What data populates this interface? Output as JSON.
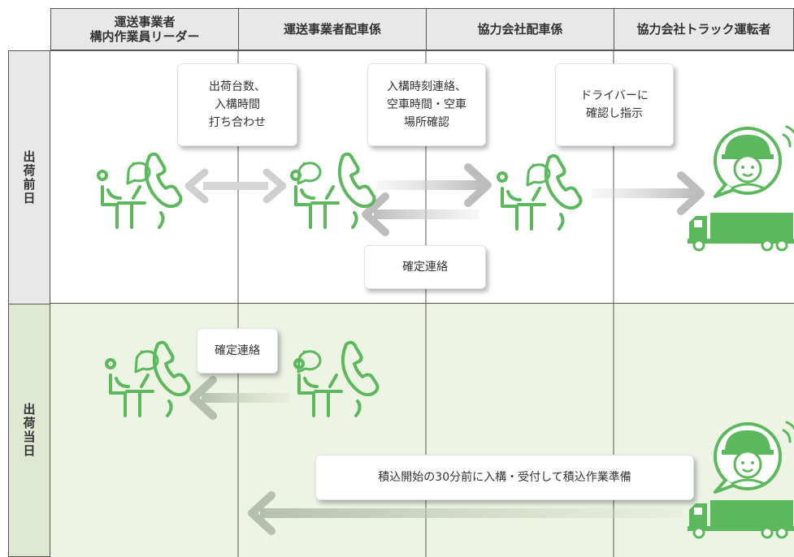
{
  "columns": [
    {
      "label": "運送事業者\n構内作業員リーダー"
    },
    {
      "label": "運送事業者配車係"
    },
    {
      "label": "協力会社配車係"
    },
    {
      "label": "協力会社トラック運転者"
    }
  ],
  "rows": [
    {
      "label": "出荷前日"
    },
    {
      "label": "出荷当日"
    }
  ],
  "callouts": {
    "c1": "出荷台数、\n入構時間\n打ち合わせ",
    "c2": "入構時刻連絡、\n空車時間・空車\n場所確認",
    "c3": "ドライバーに\n確認し指示",
    "c4": "確定連絡",
    "c5": "確定連絡",
    "c6": "積込開始の30分前に入構・受付して積込作業準備"
  },
  "colors": {
    "accent": "#5cb85c",
    "band_day_before": "#ffffff",
    "band_same_day": "#eef4e4",
    "header_bg": "#e8e8e8",
    "arrow": "#c8c8c8"
  },
  "icons": [
    "person-at-desk-with-phone-icon",
    "driver-avatar-icon",
    "truck-icon",
    "double-arrow-icon",
    "arrow-right-icon",
    "arrow-left-icon"
  ]
}
